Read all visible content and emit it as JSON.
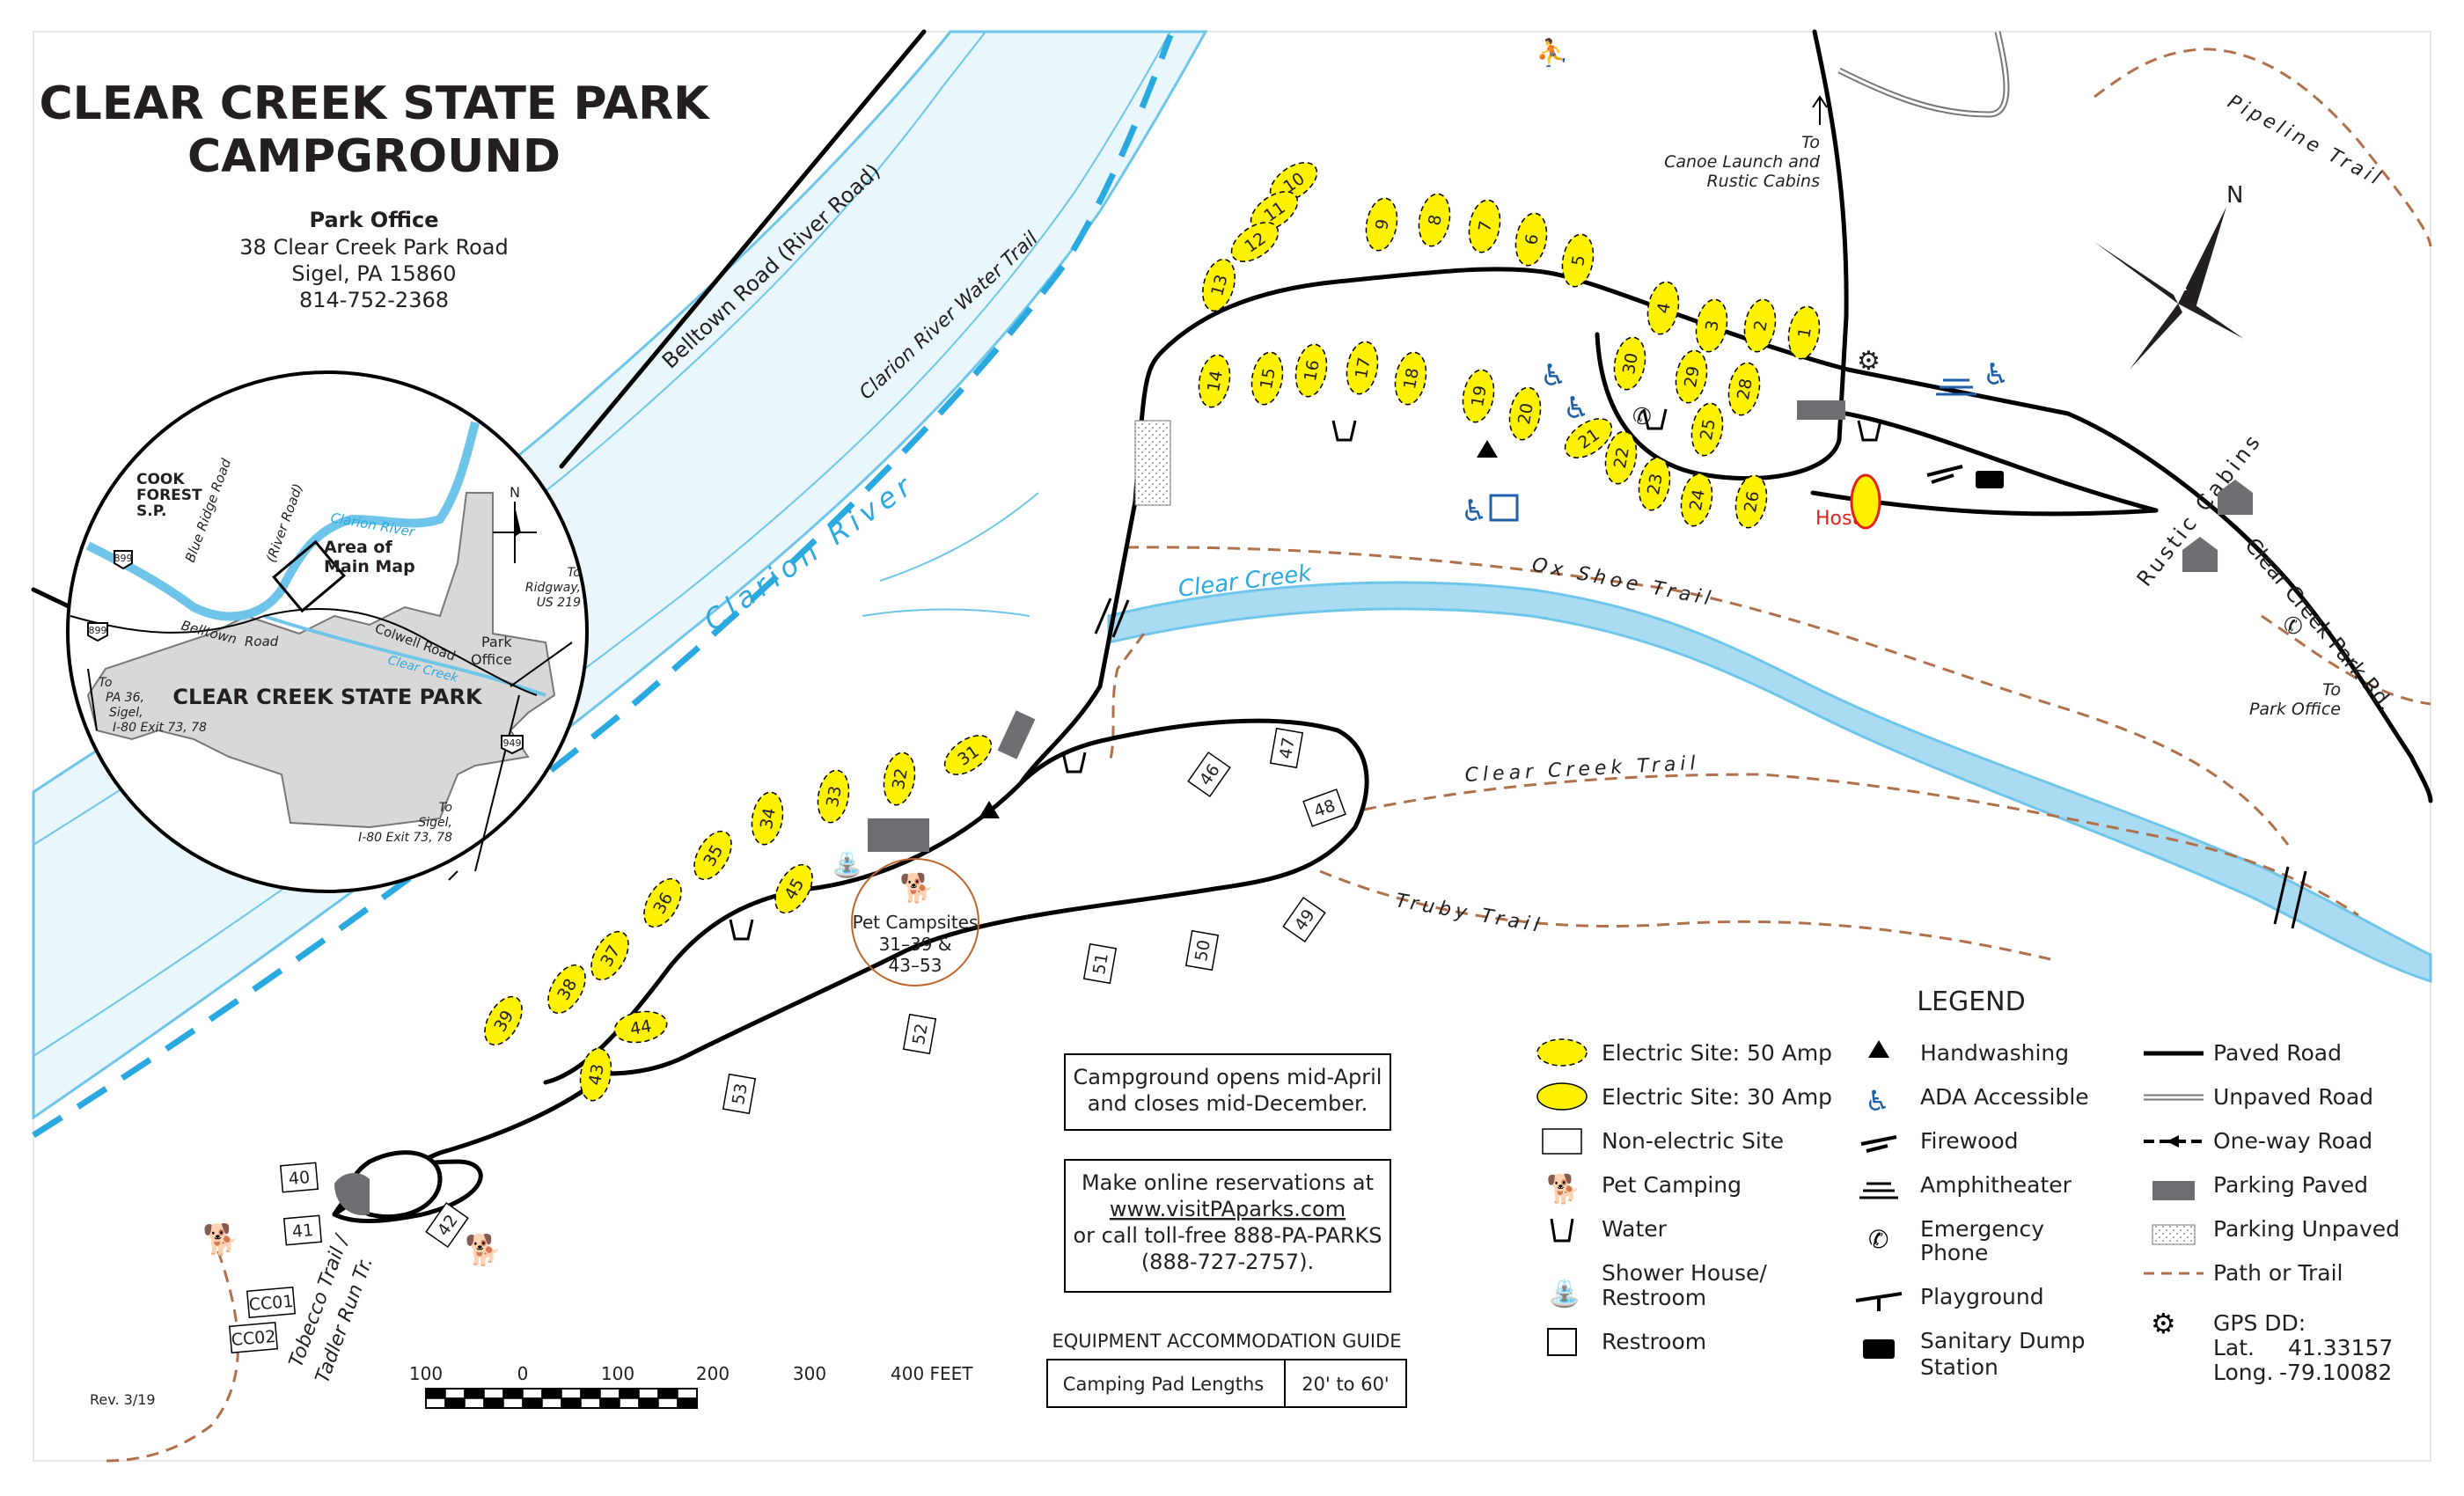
{
  "title": {
    "line1": "CLEAR CREEK STATE PARK",
    "line2": "CAMPGROUND"
  },
  "office": {
    "heading": "Park Office",
    "address": "38 Clear Creek Park Road",
    "city": "Sigel, PA 15860",
    "phone": "814-752-2368"
  },
  "roads": {
    "belltown": "Belltown Road (River Road)",
    "water_trail": "Clarion River Water Trail",
    "clear_creek_rd": "Clear Creek Park Rd."
  },
  "water": {
    "clarion": "Clarion River",
    "creek": "Clear Creek"
  },
  "trails": {
    "ox_shoe": "Ox Shoe Trail",
    "clear_creek": "Clear Creek Trail",
    "truby": "Truby Trail",
    "pipeline": "Pipeline Trail",
    "tobecco": "Tobecco Trail /",
    "tadler": "Tadler Run Tr."
  },
  "notes": {
    "canoe1": "To",
    "canoe2": "Canoe Launch and",
    "canoe3": "Rustic Cabins",
    "park_office1": "To",
    "park_office2": "Park Office",
    "rustic_cabins": "Rustic Cabins",
    "host": "Host",
    "pet_title": "Pet Campsites",
    "pet_sites1": "31–39 &",
    "pet_sites2": "43–53",
    "north": "N"
  },
  "inset": {
    "cook1": "COOK",
    "cook2": "FOREST",
    "cook3": "S.P.",
    "area1": "Area of",
    "area2": "Main Map",
    "park": "CLEAR CREEK STATE PARK",
    "blue_ridge": "Blue Ridge Road",
    "river_road": "(River Road)",
    "belltown": "Belltown",
    "road": "Road",
    "clarion": "Clarion River",
    "colwell": "Colwell Road",
    "clear_creek": "Clear Creek",
    "park_office1": "Park",
    "park_office2": "Office",
    "ridgway1": "To",
    "ridgway2": "Ridgway,",
    "ridgway3": "US 219",
    "pa36_1": "To",
    "pa36_2": "PA 36,",
    "pa36_3": "Sigel,",
    "pa36_4": "I-80 Exit 73, 78",
    "sigel1": "To",
    "sigel2": "Sigel,",
    "sigel3": "I-80 Exit 73, 78",
    "shield_899": "899",
    "shield_949": "949",
    "north": "N"
  },
  "info": {
    "season1": "Campground opens mid-April",
    "season2": "and closes mid-December.",
    "res1": "Make online reservations at",
    "res_url": "www.visitPAparks.com",
    "res2": "or call toll-free 888-PA-PARKS",
    "res3": "(888-727-2757)."
  },
  "equipment": {
    "heading": "EQUIPMENT ACCOMMODATION GUIDE",
    "label": "Camping Pad Lengths",
    "value": "20' to 60'"
  },
  "scale": {
    "labels": [
      "100",
      "0",
      "100",
      "200",
      "300",
      "400 FEET"
    ]
  },
  "revision": "Rev. 3/19",
  "legend": {
    "heading": "LEGEND",
    "col1": [
      "Electric Site: 50 Amp",
      "Electric Site: 30 Amp",
      "Non-electric Site",
      "Pet Camping",
      "Water",
      "Shower House/",
      "Restroom",
      "Restroom"
    ],
    "col2": [
      "Handwashing",
      "ADA  Accessible",
      "Firewood",
      "Amphitheater",
      "Emergency",
      "Phone",
      "Playground",
      "Sanitary Dump",
      "Station"
    ],
    "col3": [
      "Paved Road",
      "Unpaved Road",
      "One-way Road",
      "Parking Paved",
      "Parking Unpaved",
      "Path or Trail"
    ],
    "gps_heading": "GPS DD:",
    "gps_lat_label": "Lat.",
    "gps_lat": "41.33157",
    "gps_long_label": "Long.",
    "gps_long": "-79.10082"
  },
  "sites": {
    "elec50": [
      "10",
      "11",
      "12",
      "13",
      "9",
      "8",
      "7",
      "6",
      "5",
      "4",
      "3",
      "2",
      "1",
      "30",
      "29",
      "28",
      "25",
      "26",
      "23",
      "24",
      "22",
      "21",
      "20",
      "19",
      "18",
      "17",
      "16",
      "15",
      "14",
      "31",
      "32",
      "33",
      "34",
      "35",
      "45",
      "36",
      "37",
      "38",
      "39",
      "44",
      "43"
    ],
    "nonelec": [
      "46",
      "47",
      "48",
      "49",
      "50",
      "51",
      "52",
      "53",
      "40",
      "41",
      "42",
      "CC01",
      "CC02"
    ]
  },
  "colors": {
    "water": "#6ec5e9",
    "water_dark": "#2aa9e0",
    "site": "#fff200",
    "trail": "#b0704a",
    "pet": "#c0632a",
    "ada": "#1d5fa8",
    "host": "#e2231a",
    "parking": "#6d6e71"
  }
}
